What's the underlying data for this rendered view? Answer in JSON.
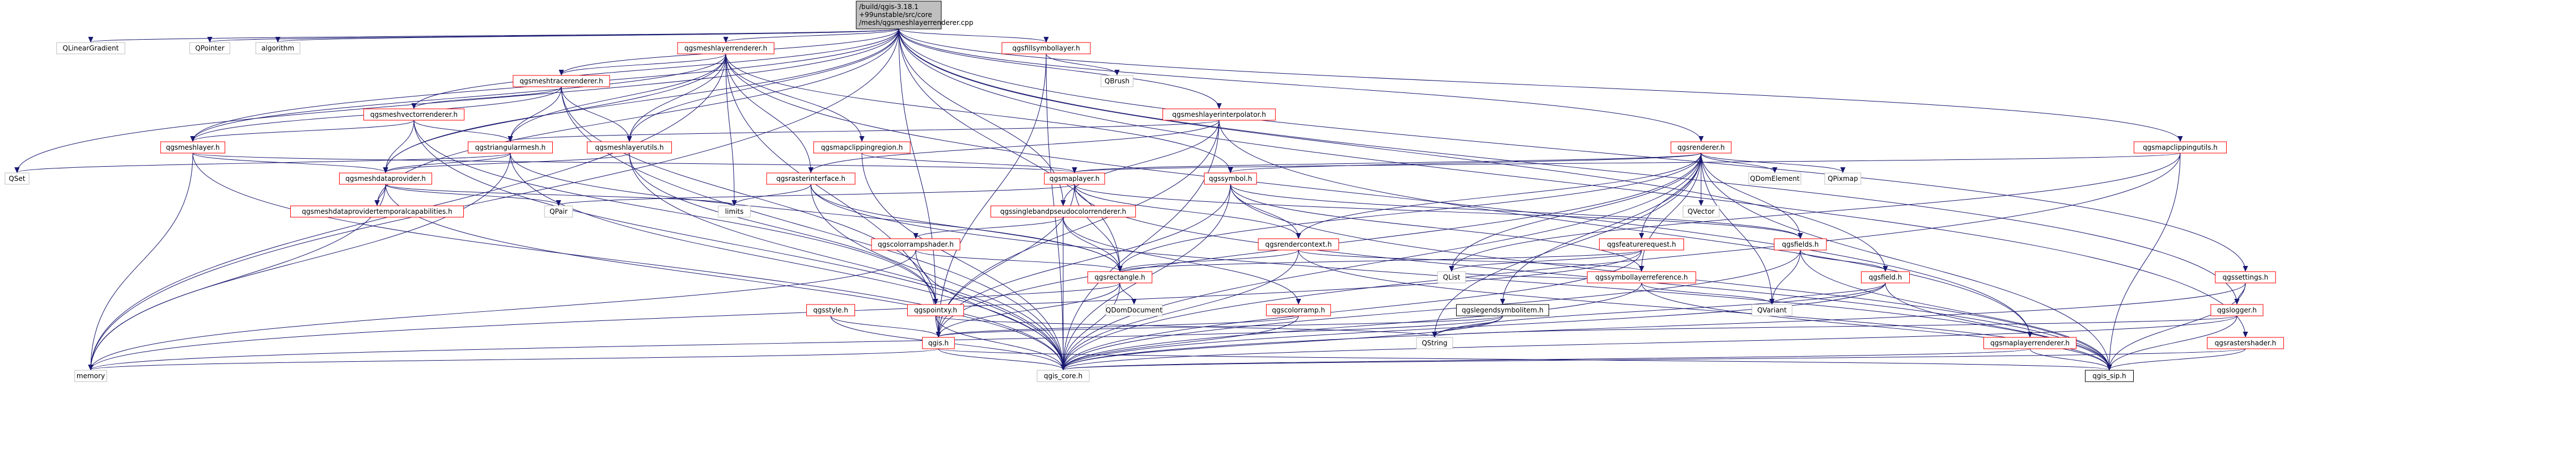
{
  "root_title": [
    "/build/qgis-3.18.1",
    "+99unstable/src/core",
    "/mesh/qgsmeshlayerrenderer.cpp"
  ],
  "nodes": {
    "qlineargradient": "QLinearGradient",
    "qpointer": "QPointer",
    "algorithm": "algorithm",
    "qgsmeshlayerrenderer_h": "qgsmeshlayerrenderer.h",
    "qgsfillsymbollayer_h": "qgsfillsymbollayer.h",
    "qbrush": "QBrush",
    "qgsmeshtracerenderer_h": "qgsmeshtracerenderer.h",
    "qgsmeshvectorrenderer_h": "qgsmeshvectorrenderer.h",
    "qgsmeshlayer_h": "qgsmeshlayer.h",
    "qgstriangularmesh_h": "qgstriangularmesh.h",
    "qgsmeshlayerutils_h": "qgsmeshlayerutils.h",
    "qgsmapclippingregion_h": "qgsmapclippingregion.h",
    "qgsmeshlayerinterpolator_h": "qgsmeshlayerinterpolator.h",
    "qgsrenderer_h": "qgsrenderer.h",
    "qgsmapclippingutils_h": "qgsmapclippingutils.h",
    "qset": "QSet",
    "qgsmeshdataprovider_h": "qgsmeshdataprovider.h",
    "qgsmeshdataprovidertemporalcapabilities_h": "qgsmeshdataprovidertemporalcapabilities.h",
    "qgsrasterinterface_h": "qgsrasterinterface.h",
    "qgsmaplayer_h": "qgsmaplayer.h",
    "qgssinglebandpseudocolorrenderer_h": "qgssinglebandpseudocolorrenderer.h",
    "qgssymbol_h": "qgssymbol.h",
    "qdomelement": "QDomElement",
    "qpixmap": "QPixmap",
    "qvector": "QVector",
    "qgscolorrampshader_h": "qgscolorrampshader.h",
    "qgsrendercontext_h": "qgsrendercontext.h",
    "qgsfeaturerequest_h": "qgsfeaturerequest.h",
    "qgsfields_h": "qgsfields.h",
    "qgsrectangle_h": "qgsrectangle.h",
    "qdomdocument": "QDomDocument",
    "qgssymbollayerreference_h": "qgssymbollayerreference.h",
    "qgsfield_h": "qgsfield.h",
    "qgssettings_h": "qgssettings.h",
    "qgslogger_h": "qgslogger.h",
    "qgsstyle_h": "qgsstyle.h",
    "qgspointxy_h": "qgspointxy.h",
    "qgscolorramp_h": "qgscolorramp.h",
    "qgslegendsymbolitem_h": "qgslegendsymbolitem.h",
    "qlist": "QList",
    "qvariant": "QVariant",
    "qstring": "QString",
    "qgsmaplayerrenderer_h": "qgsmaplayerrenderer.h",
    "qgsrastershader_h": "qgsrastershader.h",
    "qgis_h": "qgis.h",
    "memory": "memory",
    "qgis_core_h": "qgis_core.h",
    "qgis_sip_h": "qgis_sip.h",
    "limits": "limits"
  },
  "edges": [
    [
      "root",
      "qlineargradient"
    ],
    [
      "root",
      "qpointer"
    ],
    [
      "root",
      "algorithm"
    ],
    [
      "root",
      "qgsmeshlayerrenderer_h"
    ],
    [
      "root",
      "qgsfillsymbollayer_h"
    ],
    [
      "root",
      "qgsmeshtracerenderer_h"
    ],
    [
      "root",
      "qgsmeshvectorrenderer_h"
    ],
    [
      "root",
      "qgsmeshlayer_h"
    ],
    [
      "root",
      "qgsmeshlayerutils_h"
    ],
    [
      "root",
      "qgsmeshlayerinterpolator_h"
    ],
    [
      "root",
      "qgsrenderer_h"
    ],
    [
      "root",
      "qgsmapclippingutils_h"
    ],
    [
      "root",
      "qgssettings_h"
    ],
    [
      "root",
      "qgslogger_h"
    ],
    [
      "root",
      "qgsrastershader_h"
    ],
    [
      "root",
      "qgssinglebandpseudocolorrenderer_h"
    ],
    [
      "root",
      "qgsrectangle_h"
    ],
    [
      "root",
      "qgspointxy_h"
    ],
    [
      "root",
      "qgsfield_h"
    ],
    [
      "root",
      "qset"
    ],
    [
      "root",
      "qgsmeshdataprovidertemporalcapabilities_h"
    ],
    [
      "root",
      "memory"
    ],
    [
      "root",
      "qgsmeshdataprovider_h"
    ],
    [
      "qgsmeshlayerrenderer_h",
      "qgsmeshtracerenderer_h"
    ],
    [
      "qgsmeshlayerrenderer_h",
      "qgsmeshlayer_h"
    ],
    [
      "qgsmeshlayerrenderer_h",
      "qgstriangularmesh_h"
    ],
    [
      "qgsmeshlayerrenderer_h",
      "qgsmeshlayerutils_h"
    ],
    [
      "qgsmeshlayerrenderer_h",
      "qgsmapclippingregion_h"
    ],
    [
      "qgsmeshlayerrenderer_h",
      "qgsmaplayerrenderer_h"
    ],
    [
      "qgsmeshlayerrenderer_h",
      "qgsrasterinterface_h"
    ],
    [
      "qgsmeshlayerrenderer_h",
      "qgssymbol_h"
    ],
    [
      "qgsmeshlayerrenderer_h",
      "qgsmeshdataprovider_h"
    ],
    [
      "qgsmeshlayerrenderer_h",
      "limits"
    ],
    [
      "qgsmeshlayerrenderer_h",
      "memory"
    ],
    [
      "qgsmeshlayerrenderer_h",
      "qgis_h"
    ],
    [
      "qgsfillsymbollayer_h",
      "qbrush"
    ],
    [
      "qgsfillsymbollayer_h",
      "qgis_h"
    ],
    [
      "qgsfillsymbollayer_h",
      "qgis_core_h"
    ],
    [
      "qgsmeshtracerenderer_h",
      "qgsmeshvectorrenderer_h"
    ],
    [
      "qgsmeshtracerenderer_h",
      "qgsmeshlayer_h"
    ],
    [
      "qgsmeshtracerenderer_h",
      "qgstriangularmesh_h"
    ],
    [
      "qgsmeshtracerenderer_h",
      "qgsmeshlayerutils_h"
    ],
    [
      "qgsmeshtracerenderer_h",
      "qgspointxy_h"
    ],
    [
      "qgsmeshtracerenderer_h",
      "qgis_core_h"
    ],
    [
      "qgsmeshvectorrenderer_h",
      "qgsmeshlayer_h"
    ],
    [
      "qgsmeshvectorrenderer_h",
      "qgstriangularmesh_h"
    ],
    [
      "qgsmeshvectorrenderer_h",
      "qgsmeshdataprovider_h"
    ],
    [
      "qgsmeshvectorrenderer_h",
      "qgspointxy_h"
    ],
    [
      "qgsmeshvectorrenderer_h",
      "qgis_core_h"
    ],
    [
      "qgsmeshlayer_h",
      "qgsmaplayer_h"
    ],
    [
      "qgsmeshlayer_h",
      "qgsmeshdataprovider_h"
    ],
    [
      "qgsmeshlayer_h",
      "memory"
    ],
    [
      "qgsmeshlayer_h",
      "qgis_core_h"
    ],
    [
      "qgstriangularmesh_h",
      "qgsmeshdataprovider_h"
    ],
    [
      "qgstriangularmesh_h",
      "qset"
    ],
    [
      "qgstriangularmesh_h",
      "memory"
    ],
    [
      "qgstriangularmesh_h",
      "qgis_core_h"
    ],
    [
      "qgstriangularmesh_h",
      "qgsrectangle_h"
    ],
    [
      "qgsmeshlayerutils_h",
      "qgsmeshdataprovider_h"
    ],
    [
      "qgsmeshlayerutils_h",
      "qgspointxy_h"
    ],
    [
      "qgsmeshlayerutils_h",
      "qgis_core_h"
    ],
    [
      "qgsmapclippingregion_h",
      "qgsmaplayer_h"
    ],
    [
      "qgsmapclippingregion_h",
      "qgis_core_h"
    ],
    [
      "qgsmeshlayerinterpolator_h",
      "qgstriangularmesh_h"
    ],
    [
      "qgsmeshlayerinterpolator_h",
      "qgsrasterinterface_h"
    ],
    [
      "qgsmeshlayerinterpolator_h",
      "qgssinglebandpseudocolorrenderer_h"
    ],
    [
      "qgsmeshlayerinterpolator_h",
      "qgsmaplayerrenderer_h"
    ],
    [
      "qgsmeshlayerinterpolator_h",
      "qgis_core_h"
    ],
    [
      "qgsmeshlayerinterpolator_h",
      "qgis_h"
    ],
    [
      "qgsrenderer_h",
      "qgsmaplayer_h"
    ],
    [
      "qgsrenderer_h",
      "qgssymbol_h"
    ],
    [
      "qgsrenderer_h",
      "qdomelement"
    ],
    [
      "qgsrenderer_h",
      "qpixmap"
    ],
    [
      "qgsrenderer_h",
      "qvector"
    ],
    [
      "qgsrenderer_h",
      "qgsrendercontext_h"
    ],
    [
      "qgsrenderer_h",
      "qgsfeaturerequest_h"
    ],
    [
      "qgsrenderer_h",
      "qgsfields_h"
    ],
    [
      "qgsrenderer_h",
      "qgssymbollayerreference_h"
    ],
    [
      "qgsrenderer_h",
      "qgslegendsymbolitem_h"
    ],
    [
      "qgsrenderer_h",
      "qlist"
    ],
    [
      "qgsrenderer_h",
      "qvariant"
    ],
    [
      "qgsrenderer_h",
      "qstring"
    ],
    [
      "qgsrenderer_h",
      "qgis_h"
    ],
    [
      "qgsrenderer_h",
      "qgis_core_h"
    ],
    [
      "qgsrenderer_h",
      "qgis_sip_h"
    ],
    [
      "qgsrenderer_h",
      "qgsrectangle_h"
    ],
    [
      "qgsmapclippingutils_h",
      "qgsmaplayer_h"
    ],
    [
      "qgsmapclippingutils_h",
      "qlist"
    ],
    [
      "qgsmapclippingutils_h",
      "qgis_core_h"
    ],
    [
      "qgsmapclippingutils_h",
      "qgis_sip_h"
    ],
    [
      "qgsmeshdataprovider_h",
      "qgsmeshdataprovidertemporalcapabilities_h"
    ],
    [
      "qgsmeshdataprovider_h",
      "qpair"
    ],
    [
      "qgsmeshdataprovider_h",
      "limits"
    ],
    [
      "qgsmeshdataprovider_h",
      "memory"
    ],
    [
      "qgsmeshdataprovider_h",
      "qgis_core_h"
    ],
    [
      "qgsrasterinterface_h",
      "qgsrectangle_h"
    ],
    [
      "qgsrasterinterface_h",
      "limits"
    ],
    [
      "qgsrasterinterface_h",
      "qgis_core_h"
    ],
    [
      "qgsrasterinterface_h",
      "qgis_sip_h"
    ],
    [
      "qgsmaplayer_h",
      "qgsrendercontext_h"
    ],
    [
      "qgsmaplayer_h",
      "qgsrectangle_h"
    ],
    [
      "qgsmaplayer_h",
      "qgsfields_h"
    ],
    [
      "qgsmaplayer_h",
      "qgis_h"
    ],
    [
      "qgsmaplayer_h",
      "qgis_sip_h"
    ],
    [
      "qgsmaplayer_h",
      "qpair"
    ],
    [
      "qgssinglebandpseudocolorrenderer_h",
      "qgscolorrampshader_h"
    ],
    [
      "qgssinglebandpseudocolorrenderer_h",
      "qgsrectangle_h"
    ],
    [
      "qgssinglebandpseudocolorrenderer_h",
      "qgscolorramp_h"
    ],
    [
      "qgssinglebandpseudocolorrenderer_h",
      "qgis_core_h"
    ],
    [
      "qgssymbol_h",
      "qgsrendercontext_h"
    ],
    [
      "qgssymbol_h",
      "qgsfields_h"
    ],
    [
      "qgssymbol_h",
      "qgssymbollayerreference_h"
    ],
    [
      "qgssymbol_h",
      "qgis_h"
    ],
    [
      "qgssymbol_h",
      "qgis_core_h"
    ],
    [
      "qgssymbol_h",
      "qgis_sip_h"
    ],
    [
      "qgscolorrampshader_h",
      "qgsrectangle_h"
    ],
    [
      "qgscolorrampshader_h",
      "memory"
    ],
    [
      "qgscolorrampshader_h",
      "qgis_core_h"
    ],
    [
      "qgsrendercontext_h",
      "qgsrectangle_h"
    ],
    [
      "qgsrendercontext_h",
      "qgssymbollayerreference_h"
    ],
    [
      "qgsrendercontext_h",
      "qgis_core_h"
    ],
    [
      "qgsrendercontext_h",
      "qgis_sip_h"
    ],
    [
      "qgsfeaturerequest_h",
      "qgsrectangle_h"
    ],
    [
      "qgsfeaturerequest_h",
      "qlist"
    ],
    [
      "qgsfeaturerequest_h",
      "qgis_core_h"
    ],
    [
      "qgsfeaturerequest_h",
      "memory"
    ],
    [
      "qgsfields_h",
      "qgsfield_h"
    ],
    [
      "qgsfields_h",
      "qgis_core_h"
    ],
    [
      "qgsfields_h",
      "qgis_sip_h"
    ],
    [
      "qgsfields_h",
      "qvariant"
    ],
    [
      "qgsrectangle_h",
      "qdomdocument"
    ],
    [
      "qgsrectangle_h",
      "qgspointxy_h"
    ],
    [
      "qgsrectangle_h",
      "qgis_h"
    ],
    [
      "qgsrectangle_h",
      "qgis_core_h"
    ],
    [
      "qgssymbollayerreference_h",
      "qlist"
    ],
    [
      "qgssymbollayerreference_h",
      "qvariant"
    ],
    [
      "qgssymbollayerreference_h",
      "qgis_core_h"
    ],
    [
      "qgssymbollayerreference_h",
      "qgis_sip_h"
    ],
    [
      "qgsfield_h",
      "qvariant"
    ],
    [
      "qgsfield_h",
      "qstring"
    ],
    [
      "qgsfield_h",
      "qgis_core_h"
    ],
    [
      "qgsfield_h",
      "qgis_sip_h"
    ],
    [
      "qgssettings_h",
      "qgslogger_h"
    ],
    [
      "qgssettings_h",
      "qgis_core_h"
    ],
    [
      "qgssettings_h",
      "qgis_sip_h"
    ],
    [
      "qgslogger_h",
      "qstring"
    ],
    [
      "qgslogger_h",
      "qgis_core_h"
    ],
    [
      "qgslogger_h",
      "qgis_sip_h"
    ],
    [
      "qgsstyle_h",
      "qgis_h"
    ],
    [
      "qgsstyle_h",
      "qgis_core_h"
    ],
    [
      "qgspointxy_h",
      "qgis_h"
    ],
    [
      "qgspointxy_h",
      "qstring"
    ],
    [
      "qgspointxy_h",
      "qgis_core_h"
    ],
    [
      "qgscolorramp_h",
      "qgis_h"
    ],
    [
      "qgscolorramp_h",
      "qgis_core_h"
    ],
    [
      "qgslegendsymbolitem_h",
      "qgis_h"
    ],
    [
      "qgslegendsymbolitem_h",
      "qstring"
    ],
    [
      "qgslegendsymbolitem_h",
      "qgis_core_h"
    ],
    [
      "qgslegendsymbolitem_h",
      "memory"
    ],
    [
      "qgsmaplayerrenderer_h",
      "qgis_core_h"
    ],
    [
      "qgsmaplayerrenderer_h",
      "qgis_sip_h"
    ],
    [
      "qgsrastershader_h",
      "qgis_core_h"
    ],
    [
      "qgsrastershader_h",
      "qgis_sip_h"
    ],
    [
      "qgis_h",
      "memory"
    ],
    [
      "qgis_h",
      "qgis_core_h"
    ],
    [
      "qgis_h",
      "qgis_sip_h"
    ]
  ],
  "extra_nodes": {
    "qpair": "QPair"
  },
  "colors": {
    "edge": "#191970",
    "node_border_linked": "#ff0000",
    "node_border_plain": "#bfbfbf",
    "node_border_black": "#000000",
    "root_fill": "#bfbfbf"
  }
}
